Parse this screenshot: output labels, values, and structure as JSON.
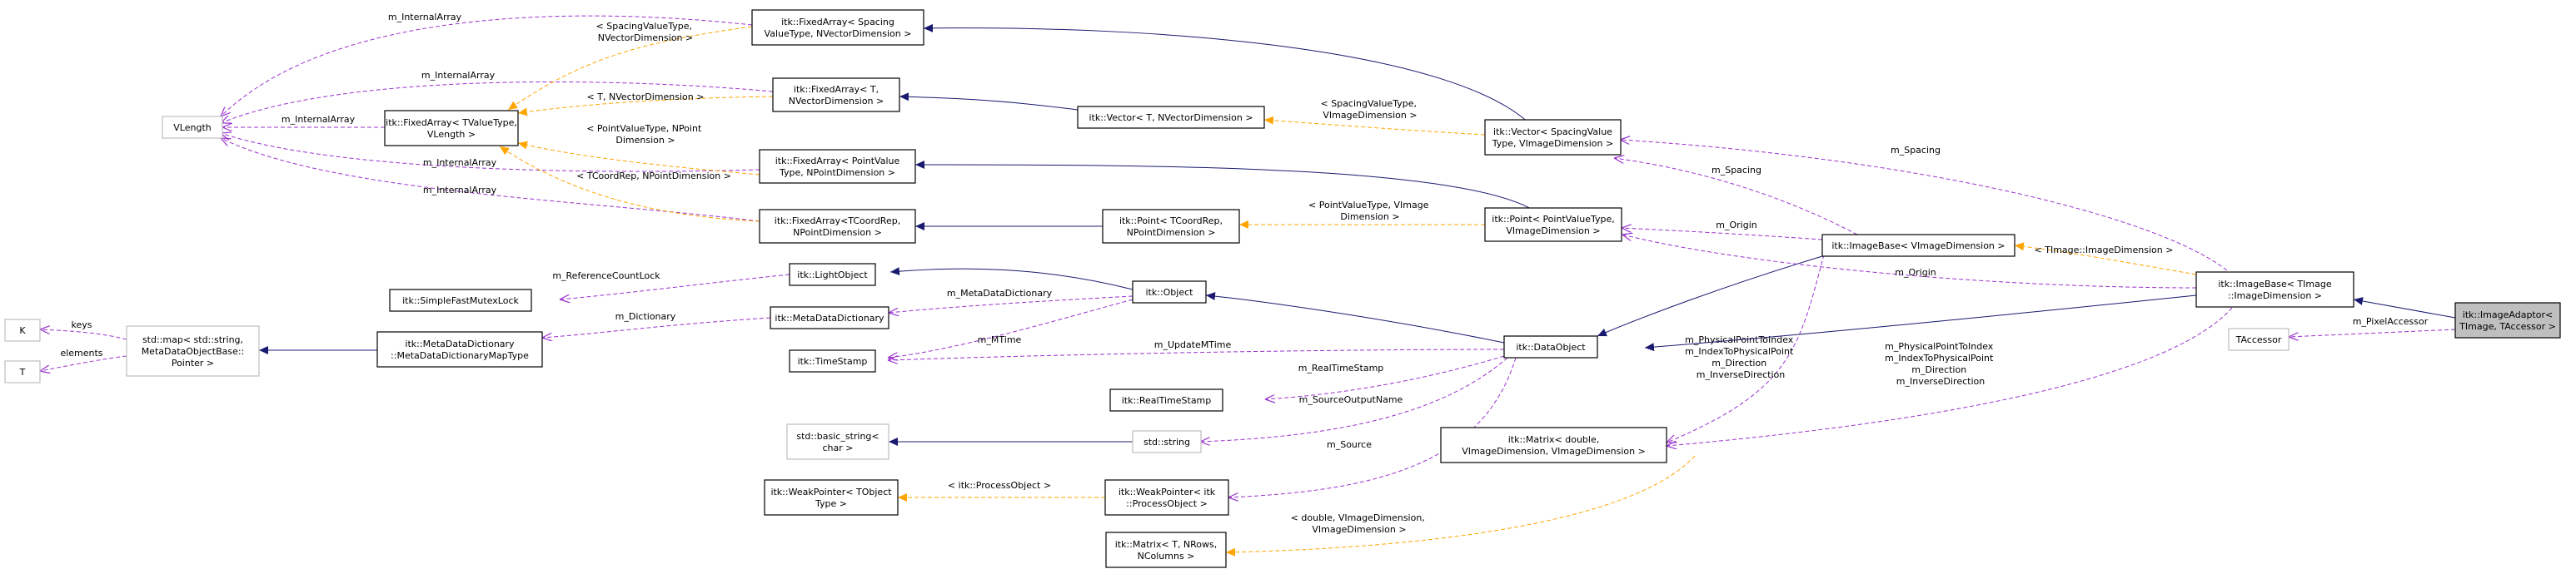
{
  "colors": {
    "inherit": "#191970",
    "usage": "#9a32cd",
    "template": "#ffa500",
    "node_border": "#000000",
    "node_border_gray": "#bfbfbf",
    "highlight_fill": "#bfbfbf"
  },
  "nodes": [
    {
      "id": "vlength",
      "lines": [
        "VLength"
      ],
      "style": "gray"
    },
    {
      "id": "fa_tvalue",
      "lines": [
        "itk::FixedArray< TValueType,",
        "VLength >"
      ],
      "style": "normal"
    },
    {
      "id": "fa_spacing",
      "lines": [
        "itk::FixedArray< Spacing",
        "ValueType, NVectorDimension >"
      ],
      "style": "normal"
    },
    {
      "id": "fa_t",
      "lines": [
        "itk::FixedArray< T,",
        "NVectorDimension >"
      ],
      "style": "normal"
    },
    {
      "id": "fa_point",
      "lines": [
        "itk::FixedArray< PointValue",
        "Type, NPointDimension >"
      ],
      "style": "normal"
    },
    {
      "id": "fa_tcoord",
      "lines": [
        "itk::FixedArray<TCoordRep,",
        "NPointDimension >"
      ],
      "style": "normal"
    },
    {
      "id": "vector_t",
      "lines": [
        "itk::Vector< T, NVectorDimension >"
      ],
      "style": "normal"
    },
    {
      "id": "vector_spacing",
      "lines": [
        "itk::Vector< SpacingValue",
        "Type, VImageDimension >"
      ],
      "style": "normal"
    },
    {
      "id": "point_tcoord",
      "lines": [
        "itk::Point< TCoordRep,",
        "NPointDimension >"
      ],
      "style": "normal"
    },
    {
      "id": "point_value",
      "lines": [
        "itk::Point< PointValueType,",
        "VImageDimension >"
      ],
      "style": "normal"
    },
    {
      "id": "k",
      "lines": [
        "K"
      ],
      "style": "gray"
    },
    {
      "id": "t",
      "lines": [
        "T"
      ],
      "style": "gray"
    },
    {
      "id": "stdmap",
      "lines": [
        "std::map< std::string,",
        "MetaDataObjectBase::",
        "Pointer >"
      ],
      "style": "gray"
    },
    {
      "id": "mddmap",
      "lines": [
        "itk::MetaDataDictionary",
        "::MetaDataDictionaryMapType"
      ],
      "style": "normal"
    },
    {
      "id": "mutex",
      "lines": [
        "itk::SimpleFastMutexLock"
      ],
      "style": "normal"
    },
    {
      "id": "lightobject",
      "lines": [
        "itk::LightObject"
      ],
      "style": "normal"
    },
    {
      "id": "mdd",
      "lines": [
        "itk::MetaDataDictionary"
      ],
      "style": "normal"
    },
    {
      "id": "timestamp",
      "lines": [
        "itk::TimeStamp"
      ],
      "style": "normal"
    },
    {
      "id": "object",
      "lines": [
        "itk::Object"
      ],
      "style": "normal"
    },
    {
      "id": "dataobject",
      "lines": [
        "itk::DataObject"
      ],
      "style": "normal"
    },
    {
      "id": "realtimestamp",
      "lines": [
        "itk::RealTimeStamp"
      ],
      "style": "normal"
    },
    {
      "id": "basic_string",
      "lines": [
        "std::basic_string<",
        "char >"
      ],
      "style": "gray"
    },
    {
      "id": "stdstring",
      "lines": [
        "std::string"
      ],
      "style": "gray"
    },
    {
      "id": "wp_tobject",
      "lines": [
        "itk::WeakPointer< TObject",
        "Type >"
      ],
      "style": "normal"
    },
    {
      "id": "wp_process",
      "lines": [
        "itk::WeakPointer< itk",
        "::ProcessObject >"
      ],
      "style": "normal"
    },
    {
      "id": "matrix_t",
      "lines": [
        "itk::Matrix< T, NRows,",
        "NColumns >"
      ],
      "style": "normal"
    },
    {
      "id": "matrix_double",
      "lines": [
        "itk::Matrix< double,",
        "VImageDimension, VImageDimension >"
      ],
      "style": "normal"
    },
    {
      "id": "imagebase_v",
      "lines": [
        "itk::ImageBase< VImageDimension >"
      ],
      "style": "normal"
    },
    {
      "id": "imagebase_t",
      "lines": [
        "itk::ImageBase< TImage",
        "::ImageDimension >"
      ],
      "style": "normal"
    },
    {
      "id": "imageadaptor",
      "lines": [
        "itk::ImageAdaptor<",
        "TImage, TAccessor >"
      ],
      "style": "highlight"
    },
    {
      "id": "taccessor",
      "lines": [
        "TAccessor"
      ],
      "style": "gray"
    }
  ],
  "edge_labels": {
    "ia_fa_spacing": "m_InternalArray",
    "ia_fa_t": "m_InternalArray",
    "ia_fa_tvalue": "m_InternalArray",
    "ia_fa_point": "m_InternalArray",
    "ia_fa_tcoord": "m_InternalArray",
    "tpl_spacing": [
      "< SpacingValueType,",
      "NVectorDimension >"
    ],
    "tpl_t": "< T, NVectorDimension >",
    "tpl_point": [
      "< PointValueType, NPoint",
      "Dimension >"
    ],
    "tpl_tcoord": "< TCoordRep, NPointDimension >",
    "tpl_vec_spacing": [
      "< SpacingValueType,",
      "VImageDimension >"
    ],
    "tpl_pt_value": [
      "< PointValueType, VImage",
      "Dimension >"
    ],
    "keys": "keys",
    "elements": "elements",
    "m_ReferenceCountLock": "m_ReferenceCountLock",
    "m_MetaDataDictionary": "m_MetaDataDictionary",
    "m_Dictionary": "m_Dictionary",
    "m_MTime": "m_MTime",
    "m_UpdateMTime": "m_UpdateMTime",
    "m_RealTimeStamp": "m_RealTimeStamp",
    "m_SourceOutputName": "m_SourceOutputName",
    "m_Source": "m_Source",
    "tpl_process": "< itk::ProcessObject >",
    "tpl_matrix": [
      "< double, VImageDimension,",
      "VImageDimension >"
    ],
    "m_Spacing_1": "m_Spacing",
    "m_Origin_1": "m_Origin",
    "m_Spacing_2": "m_Spacing",
    "m_Origin_2": "m_Origin",
    "tpl_imagedim": "< TImage::ImageDimension >",
    "m_matrix_1": [
      "m_PhysicalPointToIndex",
      "m_IndexToPhysicalPoint",
      "m_Direction",
      "m_InverseDirection"
    ],
    "m_matrix_2": [
      "m_PhysicalPointToIndex",
      "m_IndexToPhysicalPoint",
      "m_Direction",
      "m_InverseDirection"
    ],
    "m_PixelAccessor": "m_PixelAccessor"
  }
}
